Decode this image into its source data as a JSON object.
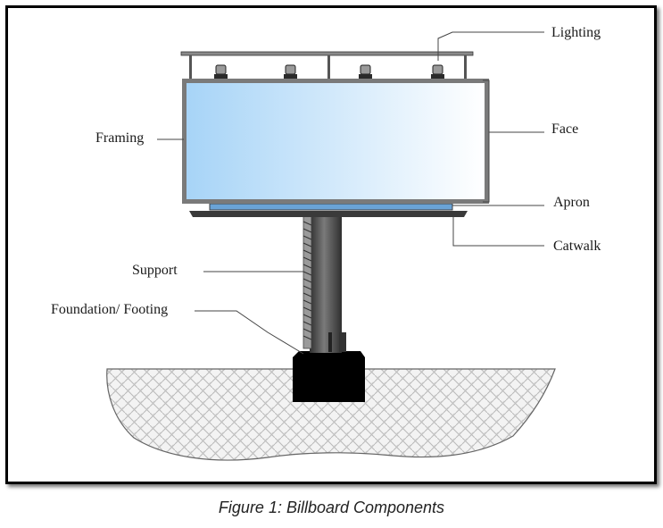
{
  "diagram": {
    "labels": {
      "lighting": "Lighting",
      "face": "Face",
      "framing": "Framing",
      "apron": "Apron",
      "catwalk": "Catwalk",
      "support": "Support",
      "foundation": "Foundation/ Footing"
    }
  },
  "caption": "Figure 1: Billboard Components",
  "colors": {
    "face_gradient_start": "#a7d4f7",
    "face_gradient_end": "#ffffff",
    "frame_steel": "#6f6f6f",
    "pole": "#4a4a4a",
    "footing": "#000000",
    "ground_fill": "#f2f2f2",
    "apron_strip": "#6aa3d6"
  }
}
